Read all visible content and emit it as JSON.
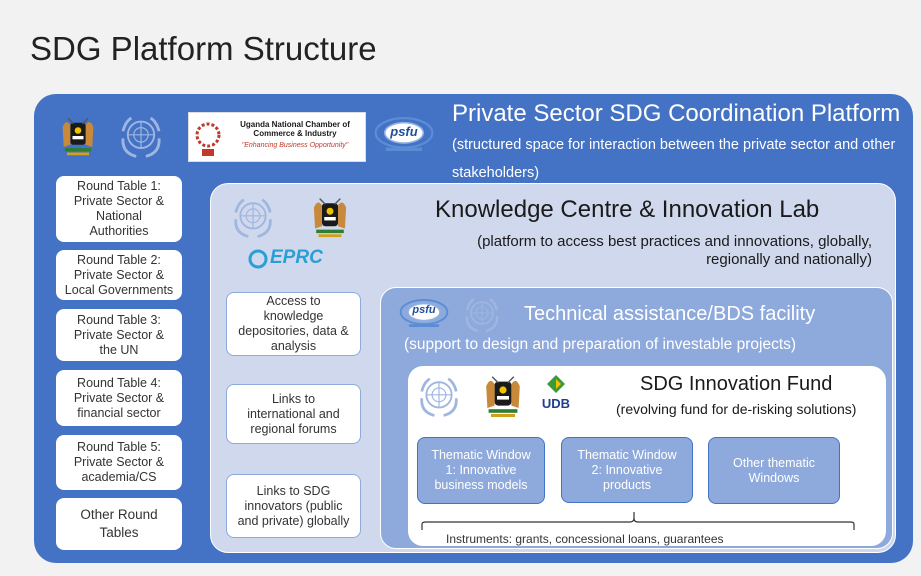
{
  "title": "SDG Platform Structure",
  "outer": {
    "title": "Private Sector SDG Coordination Platform",
    "subtitle": "(structured space  for interaction between the private sector and other stakeholders)"
  },
  "logos": {
    "uncci_line1": "Uganda National Chamber of",
    "uncci_line2": "Commerce & Industry",
    "uncci_tagline": "\"Enhancing Business Opportunity\"",
    "psfu": "psfu",
    "eprc": "EPRC",
    "udb": "UDB"
  },
  "round_tables": [
    "Round Table 1:\nPrivate Sector &\nNational\nAuthorities",
    "Round Table 2:\nPrivate Sector &\nLocal Governments",
    "Round Table 3:\nPrivate Sector &\nthe UN",
    "Round Table 4:\nPrivate Sector &\nfinancial sector",
    "Round Table 5:\nPrivate Sector &\nacademia/CS",
    "Other Round\nTables"
  ],
  "knowledge_centre": {
    "title": "Knowledge Centre & Innovation Lab",
    "subtitle": "(platform to access best practices and innovations, globally, regionally and nationally)",
    "boxes": [
      "Access to\nknowledge\ndepositories, data &\nanalysis",
      "Links to\ninternational and\nregional forums",
      "Links to SDG\ninnovators (public\nand private) globally"
    ]
  },
  "technical_assistance": {
    "title": "Technical assistance/BDS facility",
    "subtitle": "(support to design and preparation of investable projects)"
  },
  "innovation_fund": {
    "title": "SDG Innovation Fund",
    "subtitle": "(revolving fund for de-risking solutions)",
    "windows": [
      "Thematic Window\n1: Innovative\nbusiness models",
      "Thematic Window\n2: Innovative\nproducts",
      "Other thematic\nWindows"
    ],
    "instruments": "Instruments: grants, concessional loans, guarantees"
  },
  "colors": {
    "outer": "#4472c4",
    "knowledge": "#cfd8ec",
    "technical": "#8ea9db",
    "fund": "#ffffff"
  }
}
